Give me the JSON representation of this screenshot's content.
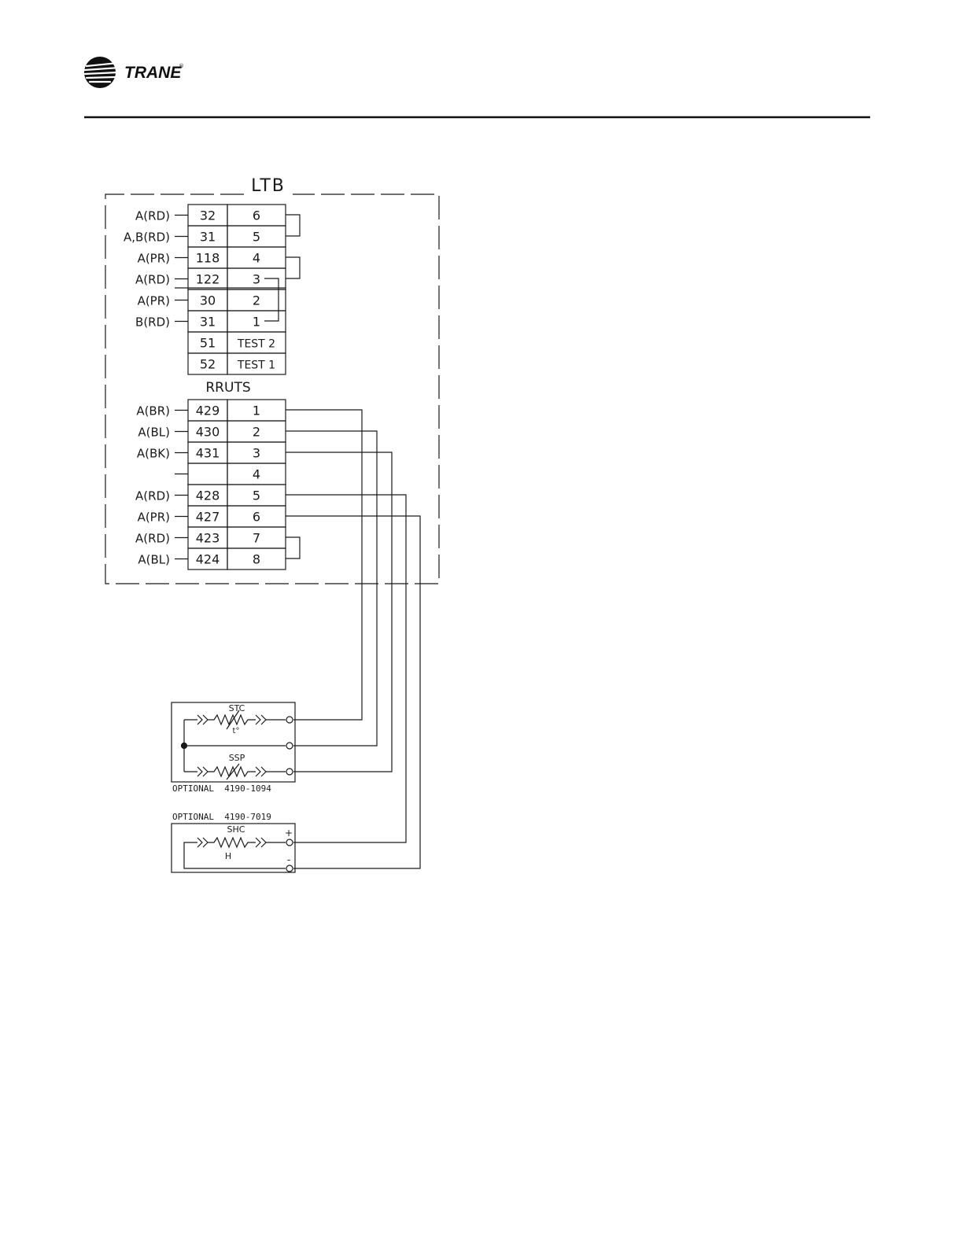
{
  "header": {
    "brand": "TRANE",
    "registered": "®"
  },
  "ltb": {
    "title": "LTB",
    "rows": [
      {
        "wire": "A(RD)",
        "num": "32",
        "term": "6"
      },
      {
        "wire": "A,B(RD)",
        "num": "31",
        "term": "5"
      },
      {
        "wire": "A(PR)",
        "num": "118",
        "term": "4"
      },
      {
        "wire": "A(RD)",
        "num": "122",
        "term": "3"
      },
      {
        "wire": "A(PR)",
        "num": "30",
        "term": "2"
      },
      {
        "wire": "B(RD)",
        "num": "31",
        "term": "1"
      },
      {
        "wire": "",
        "num": "51",
        "term": "TEST 2"
      },
      {
        "wire": "",
        "num": "52",
        "term": "TEST 1"
      }
    ]
  },
  "rruts": {
    "title": "RRUTS",
    "rows": [
      {
        "wire": "A(BR)",
        "num": "429",
        "term": "1"
      },
      {
        "wire": "A(BL)",
        "num": "430",
        "term": "2"
      },
      {
        "wire": "A(BK)",
        "num": "431",
        "term": "3"
      },
      {
        "wire": "",
        "num": "",
        "term": "4"
      },
      {
        "wire": "A(RD)",
        "num": "428",
        "term": "5"
      },
      {
        "wire": "A(PR)",
        "num": "427",
        "term": "6"
      },
      {
        "wire": "A(RD)",
        "num": "423",
        "term": "7"
      },
      {
        "wire": "A(BL)",
        "num": "424",
        "term": "8"
      }
    ]
  },
  "sensor1": {
    "stc": "STC",
    "temp": "t°",
    "ssp": "SSP",
    "caption": "OPTIONAL  4190-1094"
  },
  "sensor2": {
    "caption": "OPTIONAL  4190-7019",
    "shc": "SHC",
    "h": "H",
    "plus": "+",
    "minus": "-"
  }
}
